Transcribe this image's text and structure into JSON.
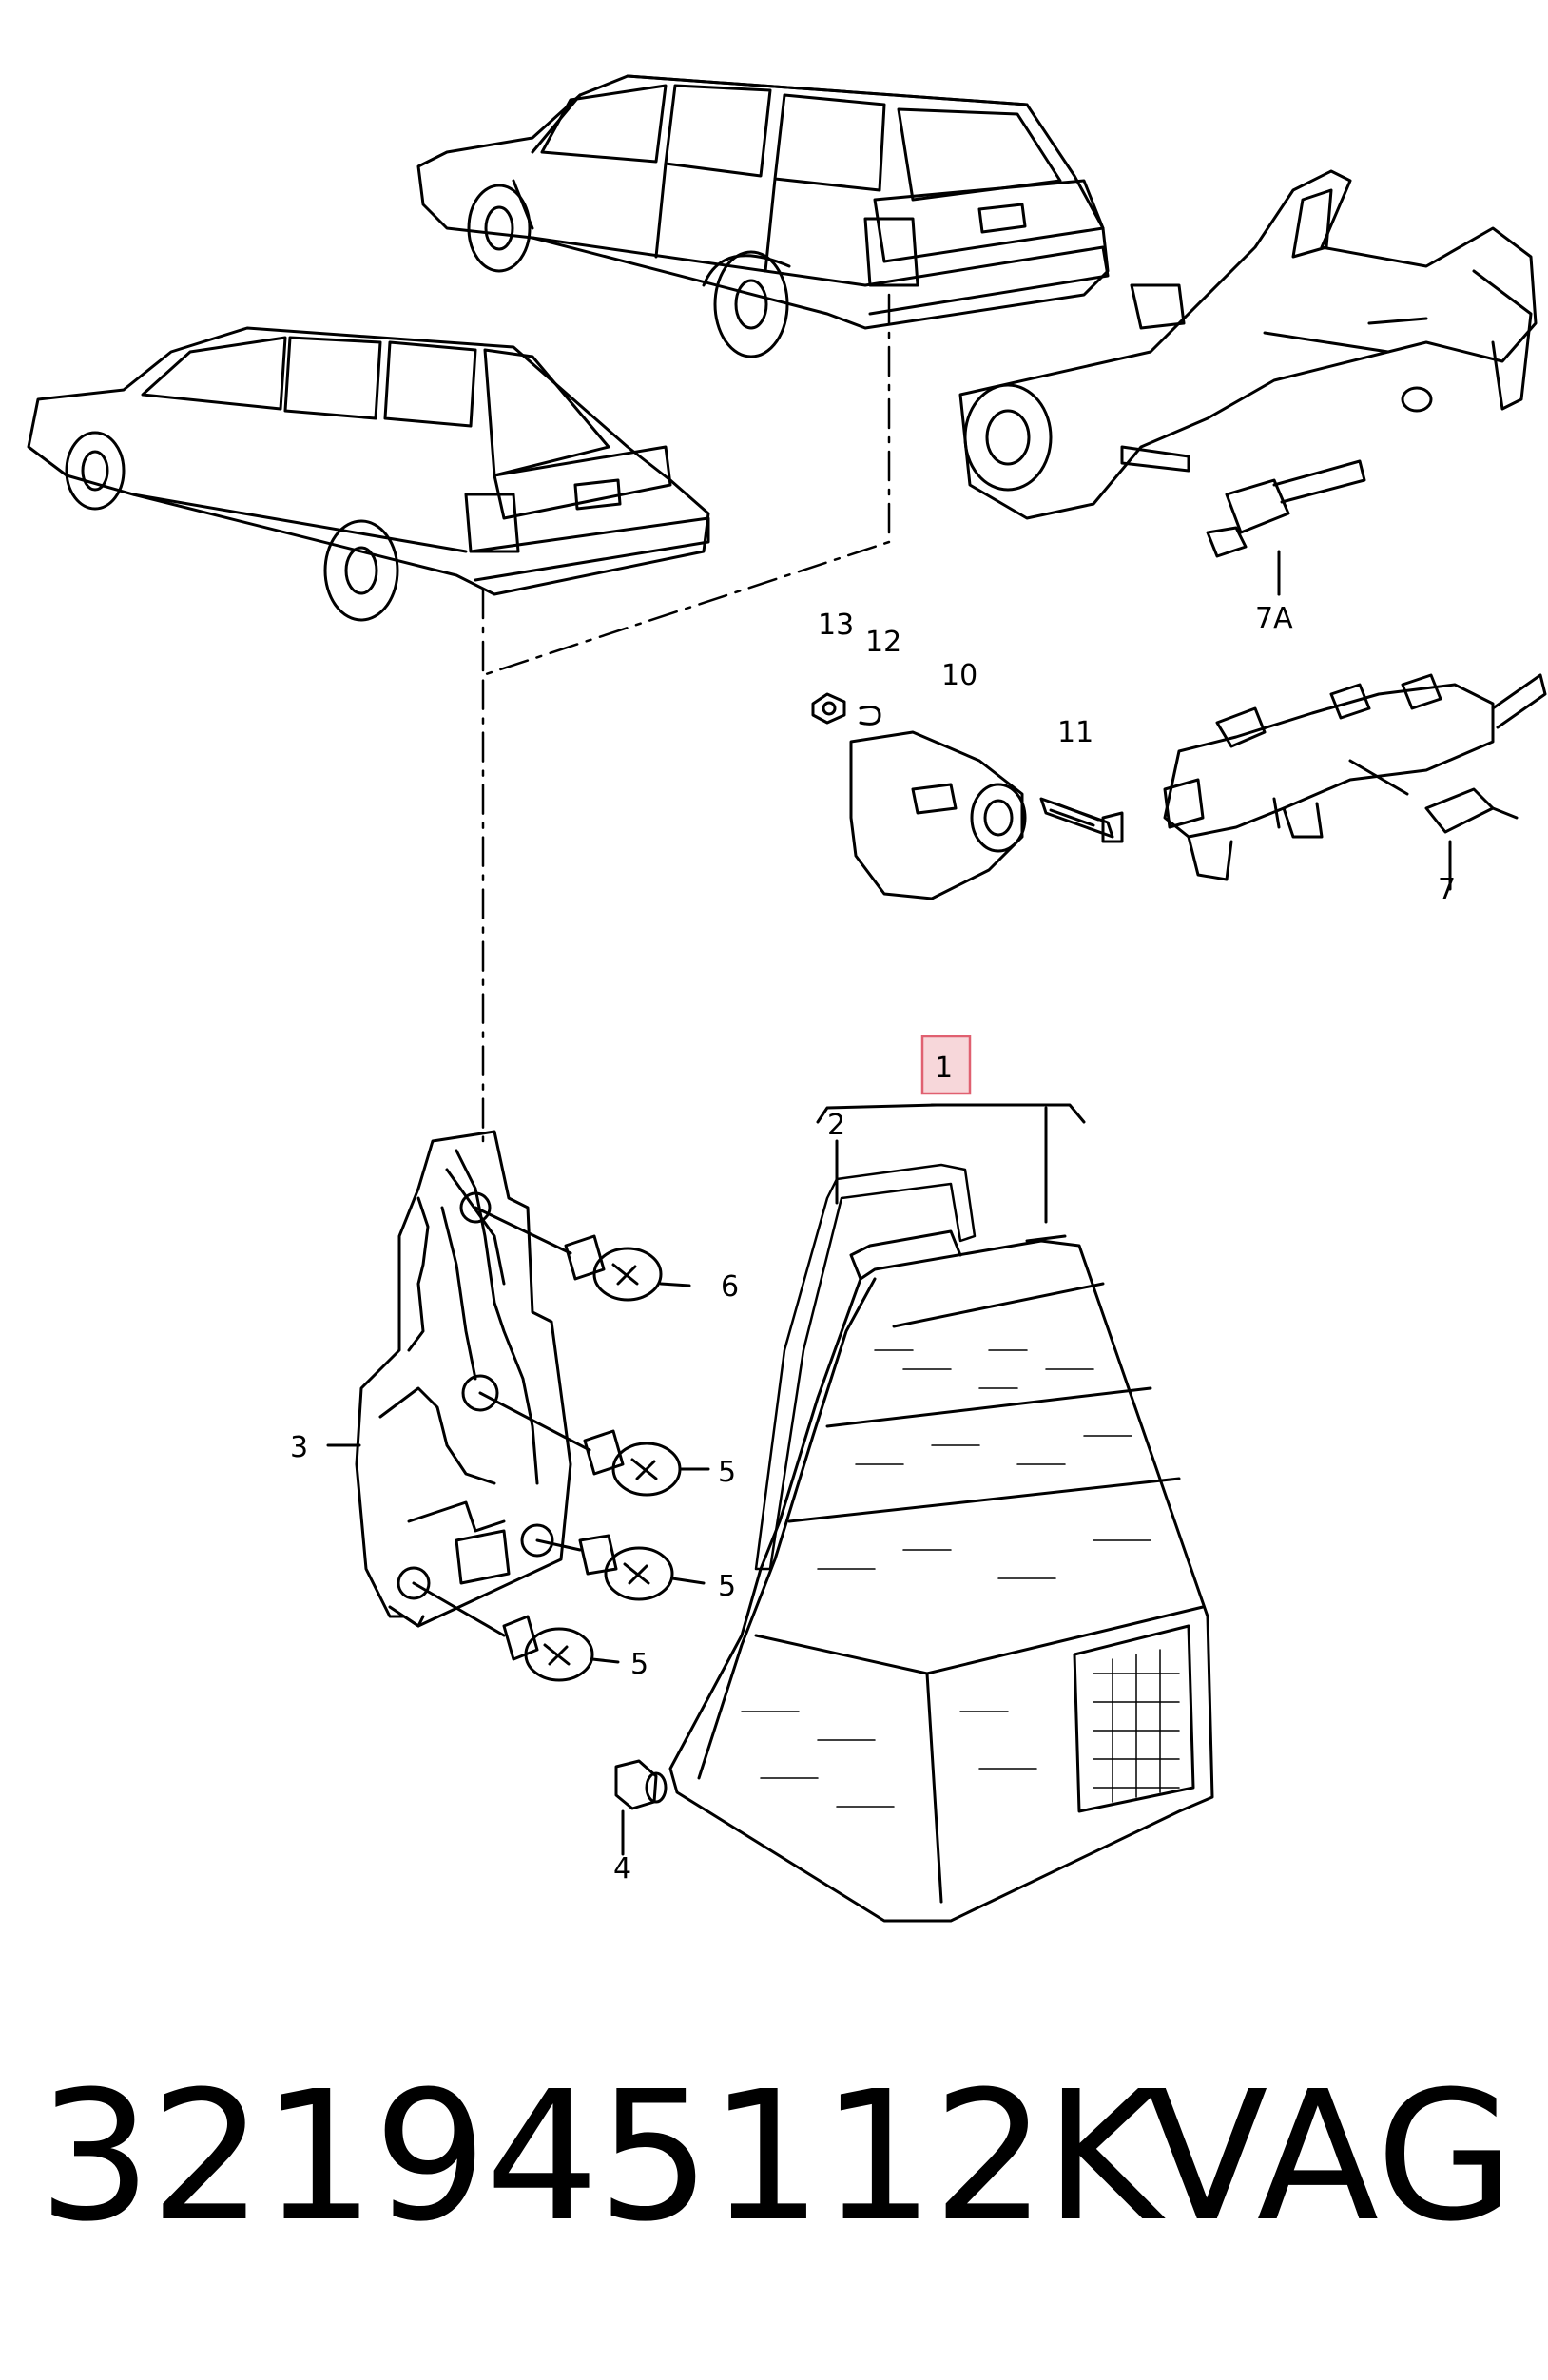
{
  "callouts": {
    "c1": "1",
    "c2": "2",
    "c3": "3",
    "c4": "4",
    "c5a": "5",
    "c5b": "5",
    "c5c": "5",
    "c6": "6",
    "c7": "7",
    "c7a": "7A",
    "c10": "10",
    "c11": "11",
    "c12": "12",
    "c13": "13"
  },
  "footer": {
    "part_number": "321945112K",
    "brand": "VAG"
  },
  "colors": {
    "line": "#000000",
    "highlight_box": "#e06070",
    "highlight_fill": "#f7d7da"
  }
}
